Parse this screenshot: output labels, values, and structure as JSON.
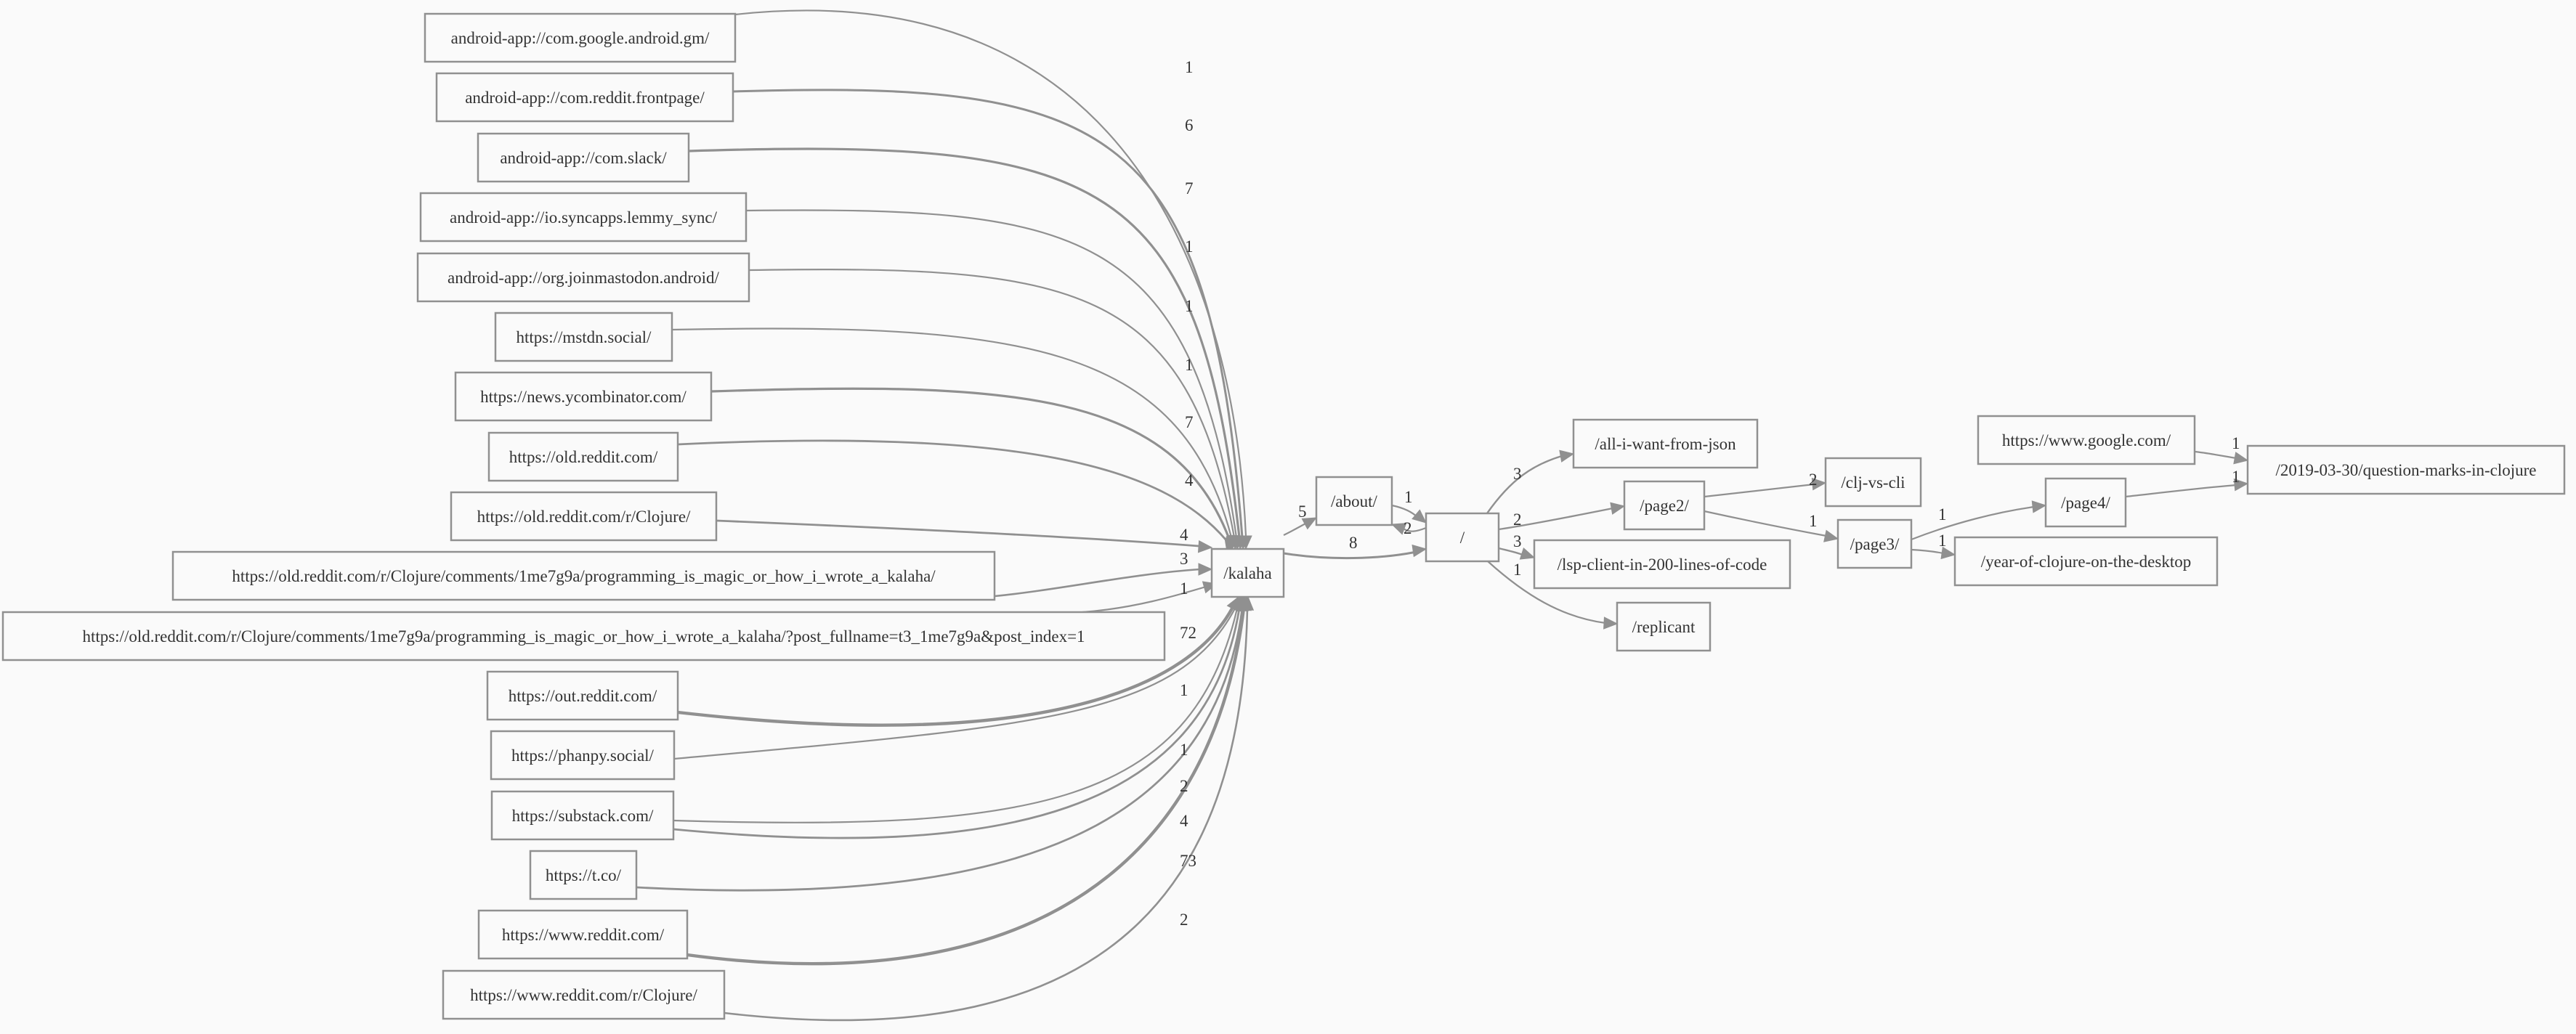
{
  "colors": {
    "background": "#fafafa",
    "edge": "#909090",
    "text": "#333333"
  },
  "nodes": [
    {
      "id": "gm",
      "label": "android-app://com.google.android.gm/"
    },
    {
      "id": "rfp",
      "label": "android-app://com.reddit.frontpage/"
    },
    {
      "id": "slack",
      "label": "android-app://com.slack/"
    },
    {
      "id": "lemmy",
      "label": "android-app://io.syncapps.lemmy_sync/"
    },
    {
      "id": "mastodon",
      "label": "android-app://org.joinmastodon.android/"
    },
    {
      "id": "mstdn",
      "label": "https://mstdn.social/"
    },
    {
      "id": "hn",
      "label": "https://news.ycombinator.com/"
    },
    {
      "id": "oldreddit",
      "label": "https://old.reddit.com/"
    },
    {
      "id": "oldclj",
      "label": "https://old.reddit.com/r/Clojure/"
    },
    {
      "id": "oldpost",
      "label": "https://old.reddit.com/r/Clojure/comments/1me7g9a/programming_is_magic_or_how_i_wrote_a_kalaha/"
    },
    {
      "id": "oldpostq",
      "label": "https://old.reddit.com/r/Clojure/comments/1me7g9a/programming_is_magic_or_how_i_wrote_a_kalaha/?post_fullname=t3_1me7g9a&post_index=1"
    },
    {
      "id": "out",
      "label": "https://out.reddit.com/"
    },
    {
      "id": "phanpy",
      "label": "https://phanpy.social/"
    },
    {
      "id": "substack",
      "label": "https://substack.com/"
    },
    {
      "id": "tco",
      "label": "https://t.co/"
    },
    {
      "id": "wwwreddit",
      "label": "https://www.reddit.com/"
    },
    {
      "id": "wwwclj",
      "label": "https://www.reddit.com/r/Clojure/"
    },
    {
      "id": "kalaha",
      "label": "/kalaha"
    },
    {
      "id": "about",
      "label": "/about/"
    },
    {
      "id": "root",
      "label": "/"
    },
    {
      "id": "json",
      "label": "/all-i-want-from-json"
    },
    {
      "id": "page2",
      "label": "/page2/"
    },
    {
      "id": "lsp",
      "label": "/lsp-client-in-200-lines-of-code"
    },
    {
      "id": "replicant",
      "label": "/replicant"
    },
    {
      "id": "cljcli",
      "label": "/clj-vs-cli"
    },
    {
      "id": "page3",
      "label": "/page3/"
    },
    {
      "id": "page4",
      "label": "/page4/"
    },
    {
      "id": "yoc",
      "label": "/year-of-clojure-on-the-desktop"
    },
    {
      "id": "google",
      "label": "https://www.google.com/"
    },
    {
      "id": "qm",
      "label": "/2019-03-30/question-marks-in-clojure"
    }
  ],
  "edges": [
    {
      "from": "gm",
      "to": "kalaha",
      "label": "1"
    },
    {
      "from": "rfp",
      "to": "kalaha",
      "label": "6"
    },
    {
      "from": "slack",
      "to": "kalaha",
      "label": "7"
    },
    {
      "from": "lemmy",
      "to": "kalaha",
      "label": "1"
    },
    {
      "from": "mastodon",
      "to": "kalaha",
      "label": "1"
    },
    {
      "from": "mstdn",
      "to": "kalaha",
      "label": "1"
    },
    {
      "from": "hn",
      "to": "kalaha",
      "label": "7"
    },
    {
      "from": "oldreddit",
      "to": "kalaha",
      "label": "4"
    },
    {
      "from": "oldclj",
      "to": "kalaha",
      "label": "4"
    },
    {
      "from": "oldpost",
      "to": "kalaha",
      "label": "3"
    },
    {
      "from": "oldpostq",
      "to": "kalaha",
      "label": "1"
    },
    {
      "from": "out",
      "to": "kalaha",
      "label": "72"
    },
    {
      "from": "phanpy",
      "to": "kalaha",
      "label": "1"
    },
    {
      "from": "substack",
      "to": "kalaha",
      "label": "1"
    },
    {
      "from": "substack",
      "to": "kalaha",
      "label": "2"
    },
    {
      "from": "tco",
      "to": "kalaha",
      "label": "4"
    },
    {
      "from": "wwwreddit",
      "to": "kalaha",
      "label": "73"
    },
    {
      "from": "wwwclj",
      "to": "kalaha",
      "label": "2"
    },
    {
      "from": "kalaha",
      "to": "about",
      "label": "5"
    },
    {
      "from": "kalaha",
      "to": "root",
      "label": "8"
    },
    {
      "from": "about",
      "to": "root",
      "label": "1"
    },
    {
      "from": "root",
      "to": "about",
      "label": "2"
    },
    {
      "from": "root",
      "to": "json",
      "label": "3"
    },
    {
      "from": "root",
      "to": "page2",
      "label": "2"
    },
    {
      "from": "root",
      "to": "lsp",
      "label": "3"
    },
    {
      "from": "root",
      "to": "replicant",
      "label": "1"
    },
    {
      "from": "page2",
      "to": "cljcli",
      "label": "2"
    },
    {
      "from": "page2",
      "to": "page3",
      "label": "1"
    },
    {
      "from": "page3",
      "to": "page4",
      "label": "1"
    },
    {
      "from": "page3",
      "to": "yoc",
      "label": "1"
    },
    {
      "from": "google",
      "to": "qm",
      "label": "1"
    },
    {
      "from": "page4",
      "to": "qm",
      "label": "1"
    }
  ]
}
